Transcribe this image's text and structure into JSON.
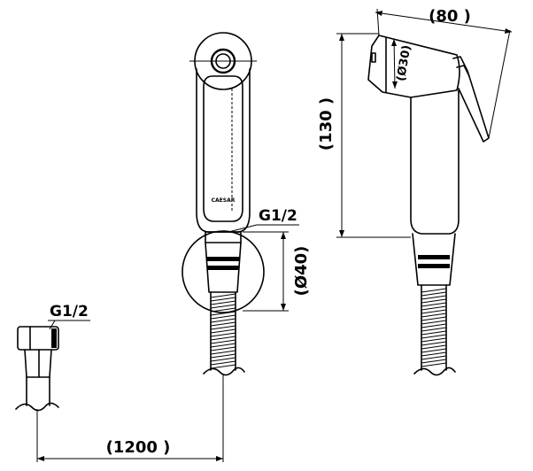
{
  "drawing": {
    "front_view": {
      "logo_text": "CAESAR",
      "thread_label": "G1/2",
      "holder_diameter": "(Ø40)"
    },
    "side_view": {
      "width_dim": "(80 )",
      "height_dim": "(130 )",
      "head_diameter": "(Ø30)"
    },
    "hose": {
      "thread_label": "G1/2",
      "length_dim": "(1200 )"
    }
  }
}
